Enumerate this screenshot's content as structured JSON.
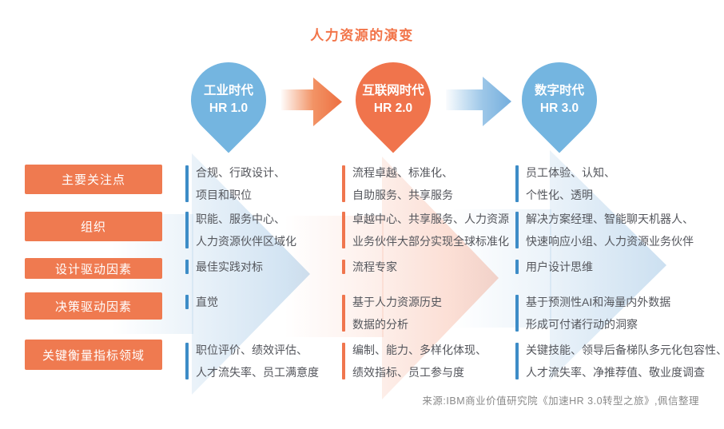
{
  "title": "人力资源的演变",
  "eras": [
    {
      "name": "工业时代",
      "version": "HR 1.0",
      "theme": "blue"
    },
    {
      "name": "互联网时代",
      "version": "HR 2.0",
      "theme": "orange"
    },
    {
      "name": "数字时代",
      "version": "HR 3.0",
      "theme": "blue"
    }
  ],
  "rows": [
    {
      "label": "主要关注点",
      "cells": [
        {
          "lines": [
            "合规、行政设计、",
            "项目和职位"
          ]
        },
        {
          "lines": [
            "流程卓越、标准化、",
            "自助服务、共享服务"
          ]
        },
        {
          "lines": [
            "员工体验、认知、",
            "个性化、透明"
          ]
        }
      ]
    },
    {
      "label": "组织",
      "cells": [
        {
          "lines": [
            "职能、服务中心、",
            "人力资源伙伴区域化"
          ]
        },
        {
          "lines": [
            "卓越中心、共享服务、人力资源",
            "业务伙伴大部分实现全球标准化"
          ]
        },
        {
          "lines": [
            "解决方案经理、智能聊天机器人、",
            "快速响应小组、人力资源业务伙伴"
          ]
        }
      ]
    },
    {
      "label": "设计驱动因素",
      "cells": [
        {
          "lines": [
            "最佳实践对标"
          ]
        },
        {
          "lines": [
            "流程专家"
          ]
        },
        {
          "lines": [
            "用户设计思维"
          ]
        }
      ]
    },
    {
      "label": "决策驱动因素",
      "cells": [
        {
          "lines": [
            "直觉"
          ]
        },
        {
          "lines": [
            "基于人力资源历史",
            "数据的分析"
          ]
        },
        {
          "lines": [
            "基于预测性AI和海量内外数据",
            "形成可付诸行动的洞察"
          ]
        }
      ]
    },
    {
      "label": "关键衡量指标领域",
      "cells": [
        {
          "lines": [
            "职位评价、绩效评估、",
            "人才流失率、员工满意度"
          ]
        },
        {
          "lines": [
            "编制、能力、多样化体现、",
            "绩效指标、员工参与度"
          ]
        },
        {
          "lines": [
            "关键技能、领导后备梯队多元化包容性、",
            "人才流失率、净推荐值、敬业度调查"
          ]
        }
      ]
    }
  ],
  "source": "来源:IBM商业价值研究院《加速HR 3.0转型之旅》,佩信整理",
  "colors": {
    "accent_orange": "#EF7A50",
    "bubble_blue": "#74B5E0",
    "bubble_orange": "#F0744C",
    "bar_blue": "#3D8CC7",
    "bar_orange": "#F0764E",
    "text": "#54565C",
    "source_gray": "#8A8A8A"
  }
}
